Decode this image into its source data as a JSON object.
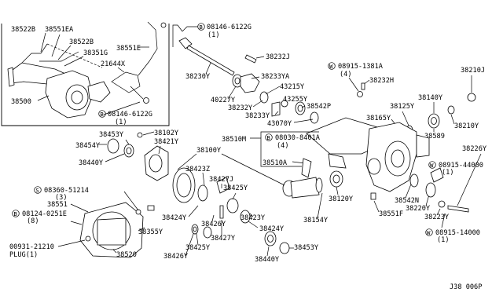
{
  "labels": {
    "p38522B_a": "38522B",
    "p38551EA": "38551EA",
    "p38522B_b": "38522B",
    "p38351G": "38351G",
    "p38551E": "38551E",
    "p21644X": "21644X",
    "p38500": "38500",
    "b08146_top": "08146-6122G",
    "b08146_top_q": "(1)",
    "b08146_mid": "08146-6122G",
    "b08146_mid_q": "(1)",
    "p38232J": "38232J",
    "p38230Y": "38230Y",
    "p38233YA": "38233YA",
    "p43215Y": "43215Y",
    "p40227Y": "40227Y",
    "p38232Y": "38232Y",
    "p43255Y": "43255Y",
    "p38542P": "38542P",
    "p38233Y": "38233Y",
    "p43070Y": "43070Y",
    "w08915_1381A": "08915-1381A",
    "w08915_1381A_q": "(4)",
    "p38232H": "38232H",
    "p38210J": "38210J",
    "p38140Y": "38140Y",
    "p38125Y": "38125Y",
    "p38210Y": "38210Y",
    "p38165Y": "38165Y",
    "p38589": "38589",
    "p38454Y": "38454Y",
    "p38453Y_top": "38453Y",
    "p38102Y": "38102Y",
    "p38421Y": "38421Y",
    "p38440Y_top": "38440Y",
    "p38510M": "38510M",
    "b08030_8401A": "08030-8401A",
    "b08030_8401A_q": "(4)",
    "p38100Y": "38100Y",
    "p38510A": "38510A",
    "p38226Y": "38226Y",
    "w08915_44000": "08915-44000",
    "w08915_44000_q": "(1)",
    "s08360_51214": "08360-51214",
    "s08360_51214_q": "(3)",
    "p38423Z": "38423Z",
    "p38427J": "38427J",
    "p38425Y_a": "38425Y",
    "p38120Y": "38120Y",
    "p38542N": "38542N",
    "p38220Y": "38220Y",
    "p38551": "38551",
    "b08124_0251E": "08124-0251E",
    "b08124_0251E_q": "(8)",
    "p38424Y_a": "38424Y",
    "p38426Y_a": "38426Y",
    "p38154Y": "38154Y",
    "p38551F": "38551F",
    "p38223Y": "38223Y",
    "p38355Y": "38355Y",
    "p38423Y": "38423Y",
    "p38427Y": "38427Y",
    "p38424Y_b": "38424Y",
    "w08915_14000": "08915-14000",
    "w08915_14000_q": "(1)",
    "p00931_21210": "00931-21210",
    "plug_label": "PLUG(1)",
    "p38520": "38520",
    "p38425Y_b": "38425Y",
    "p38426Y_b": "38426Y",
    "p38440Y_b": "38440Y",
    "p38453Y_b": "38453Y",
    "diagram_id": "J38 006P"
  },
  "prefixes": {
    "bolt": "B",
    "washer": "W",
    "screw": "S"
  }
}
